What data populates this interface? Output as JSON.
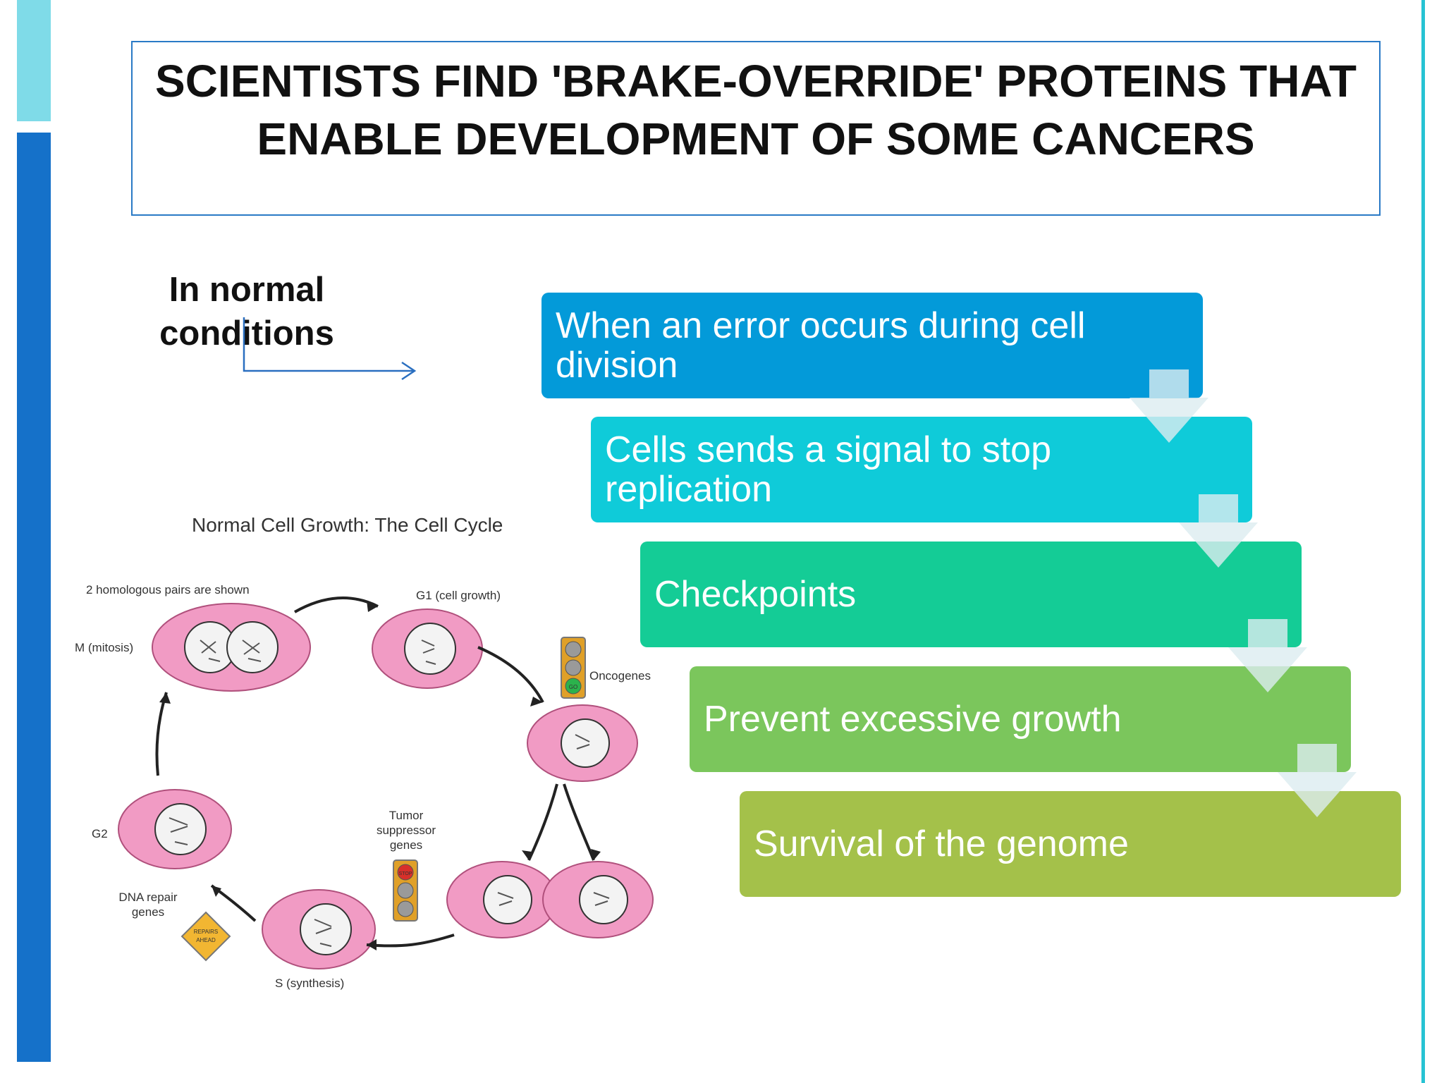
{
  "title": "SCIENTISTS FIND 'BRAKE-OVERRIDE' PROTEINS THAT ENABLE DEVELOPMENT OF SOME CANCERS",
  "intro_label": "In normal conditions",
  "steps": [
    {
      "text": "When an error occurs during cell division",
      "color": "#039ad9"
    },
    {
      "text": "Cells sends a signal to stop replication",
      "color": "#0fcbd9"
    },
    {
      "text": "Checkpoints",
      "color": "#14cc96"
    },
    {
      "text": "Prevent excessive growth",
      "color": "#7bc65c"
    },
    {
      "text": "Survival of the genome",
      "color": "#a4c14a"
    }
  ],
  "diagram": {
    "title": "Normal Cell Growth: The Cell Cycle",
    "note": "2 homologous pairs are shown",
    "g1": "G1 (cell growth)",
    "mitosis": "M (mitosis)",
    "oncogenes": "Oncogenes",
    "g2": "G2",
    "tumor": [
      "Tumor",
      "suppressor",
      "genes"
    ],
    "dna_repair": [
      "DNA repair",
      "genes"
    ],
    "synthesis": "S (synthesis)",
    "sign": [
      "REPAIRS",
      "AHEAD"
    ],
    "light_go": "GO",
    "light_stop": "STOP"
  },
  "colors": {
    "accent_dark": "#1571c9",
    "accent_light": "#7fdbe8",
    "cell_fill": "#f19bc4",
    "cell_stroke": "#b0507c"
  }
}
